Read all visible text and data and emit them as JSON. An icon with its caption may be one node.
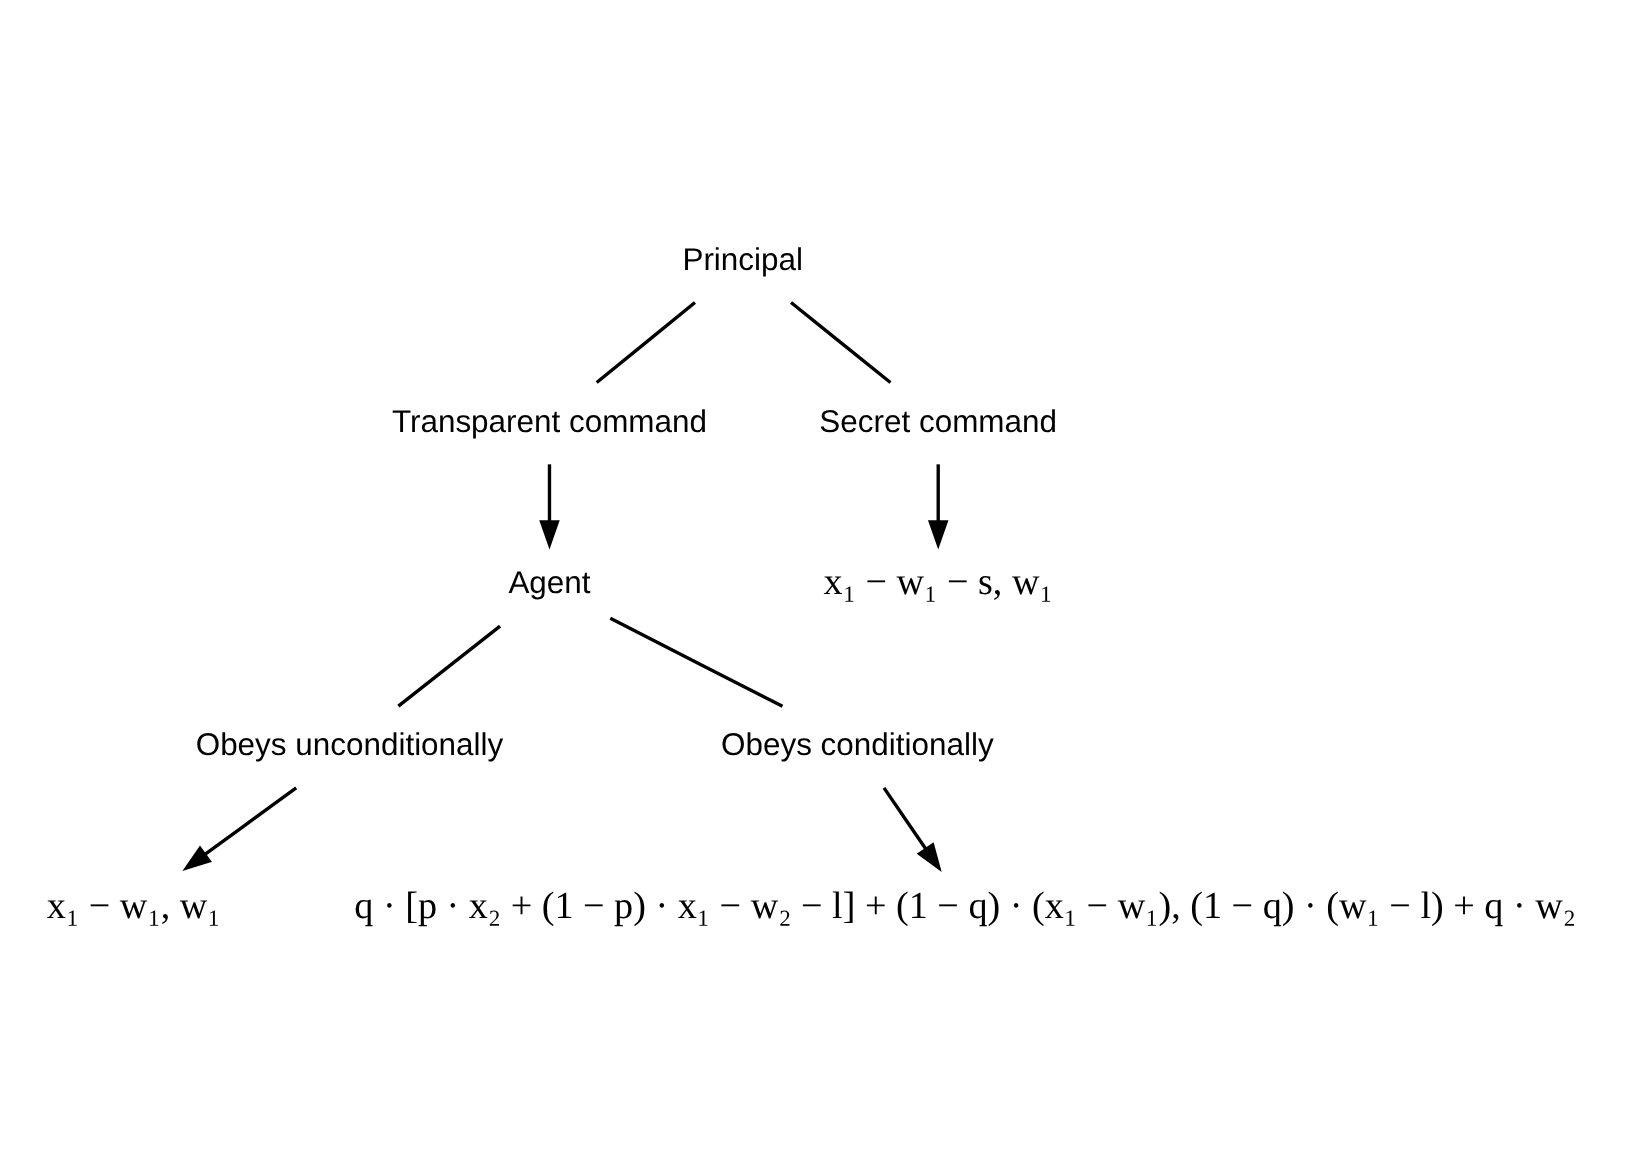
{
  "diagram": {
    "nodes": [
      {
        "text": [
          "Principal"
        ]
      },
      {
        "text": [
          "Transparent command"
        ]
      },
      {
        "text": [
          "Secret command"
        ]
      },
      {
        "text": [
          "Agent"
        ]
      },
      {
        "text": [
          "x₁ − w₁ − s, w₁"
        ]
      },
      {
        "text": [
          "Obeys unconditionally"
        ]
      },
      {
        "text": [
          "Obeys conditionally"
        ]
      },
      {
        "text": [
          "x₁ − w₁, w₁"
        ]
      },
      {
        "text": [
          "q · [p · x₂ + (1 − p) · x₁ − w₂ − l] + (1 − q) · (x₁ − w₁), (1 − q) · (w₁ − l) + q · w₂"
        ]
      }
    ],
    "edges": [
      {
        "from": 0,
        "to": 1,
        "arrow": "none"
      },
      {
        "from": 0,
        "to": 2,
        "arrow": "none"
      },
      {
        "from": 1,
        "to": 3,
        "arrow": "to"
      },
      {
        "from": 2,
        "to": 4,
        "arrow": "to"
      },
      {
        "from": 3,
        "to": 5,
        "arrow": "none"
      },
      {
        "from": 3,
        "to": 6,
        "arrow": "none"
      },
      {
        "from": 5,
        "to": 7,
        "arrow": "to"
      },
      {
        "from": 6,
        "to": 8,
        "arrow": "to"
      }
    ]
  }
}
